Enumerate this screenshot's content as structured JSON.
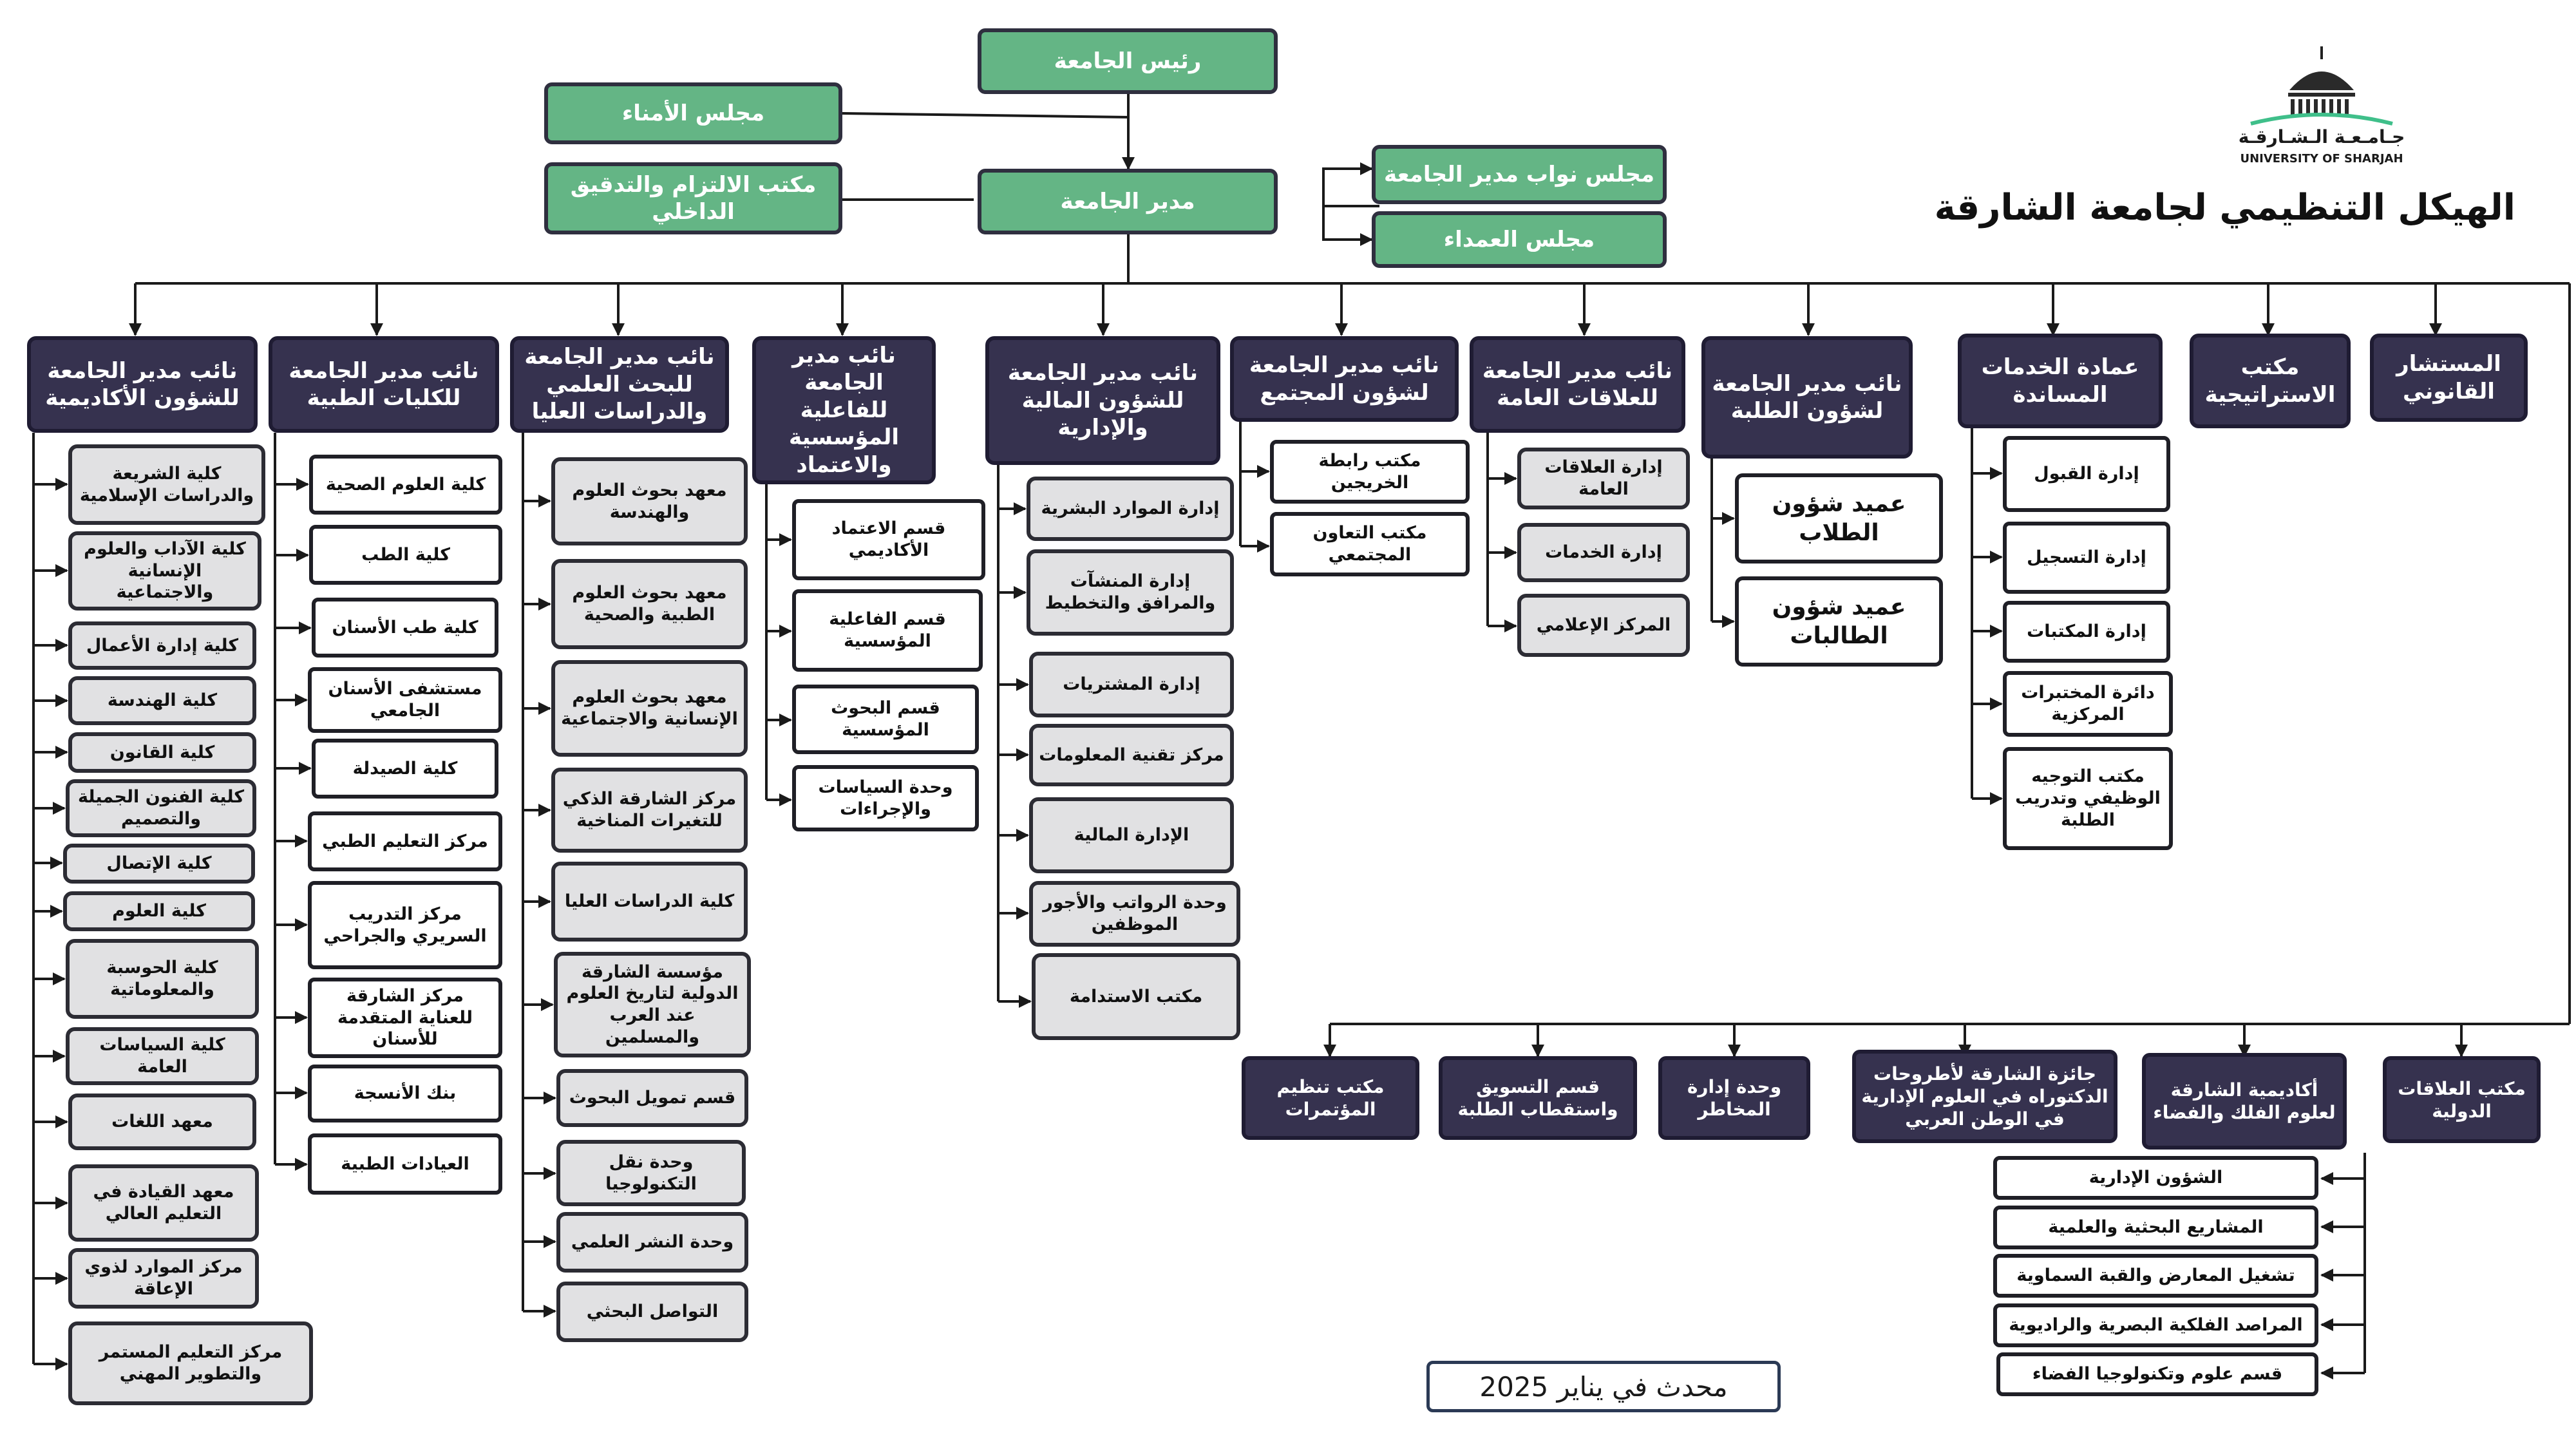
{
  "title": "الهيكل التنظيمي لجامعة الشارقة",
  "logo": {
    "name_ar": "جـامـعـة الـشـارقـة",
    "name_en": "UNIVERSITY OF SHARJAH"
  },
  "updated": "محدث في يناير 2025",
  "colors": {
    "green": "#64b585",
    "navy": "#36324f",
    "gray": "#e1e1e3",
    "line": "#1a1a1a"
  },
  "top": {
    "president": "رئيس الجامعة",
    "trustees": "مجلس الأمناء",
    "compliance": "مكتب الالتزام والتدقيق الداخلي",
    "chancellor": "مدير الجامعة",
    "vice_council": "مجلس نواب مدير الجامعة",
    "deans_council": "مجلس العمداء"
  },
  "columns": {
    "academic": {
      "head": "نائب مدير الجامعة للشؤون الأكاديمية",
      "items": [
        "كلية الشريعة والدراسات الإسلامية",
        "كلية الآداب والعلوم الإنسانية والاجتماعية",
        "كلية إدارة الأعمال",
        "كلية الهندسة",
        "كلية القانون",
        "كلية الفنون الجميلة والتصميم",
        "كلية الإتصال",
        "كلية العلوم",
        "كلية الحوسبة والمعلوماتية",
        "كلية السياسات العامة",
        "معهد اللغات",
        "معهد القيادة في التعليم العالي",
        "مركز الموارد لذوي الإعاقة",
        "مركز التعليم المستمر والتطوير المهني"
      ]
    },
    "medical": {
      "head": "نائب مدير الجامعة للكليات الطبية",
      "items": [
        "كلية العلوم الصحية",
        "كلية الطب",
        "كلية طب الأسنان",
        "مستشفى الأسنان الجامعي",
        "كلية الصيدلة",
        "مركز التعليم الطبي",
        "مركز التدريب السريري والجراحي",
        "مركز الشارقة للعناية المتقدمة للأسنان",
        "بنك الأنسجة",
        "العيادات الطبية"
      ]
    },
    "research": {
      "head": "نائب مدير الجامعة للبحث العلمي والدراسات العليا",
      "items": [
        "معهد بحوث العلوم والهندسة",
        "معهد بحوث العلوم الطبية والصحية",
        "معهد بحوث العلوم الإنسانية والاجتماعية",
        "مركز الشارقة الذكي للتغيرات المناخية",
        "كلية الدراسات العليا",
        "مؤسسة الشارقة الدولية لتاريخ العلوم عند العرب والمسلمين",
        "قسم تمويل البحوث",
        "وحدة نقل التكنولوجيا",
        "وحدة النشر العلمي",
        "التواصل البحثي"
      ]
    },
    "effectiveness": {
      "head": "نائب مدير الجامعة للفاعلية المؤسسية والاعتماد",
      "items": [
        "قسم الاعتماد الأكاديمي",
        "قسم الفاعلية المؤسسية",
        "قسم البحوث المؤسسية",
        "وحدة السياسات والإجراءات"
      ]
    },
    "finance": {
      "head": "نائب مدير الجامعة للشؤون المالية والإدارية",
      "items": [
        "إدارة الموارد البشرية",
        "إدارة المنشآت والمرافق والتخطيط",
        "إدارة المشتريات",
        "مركز تقنية المعلومات",
        "الإدارة المالية",
        "وحدة الرواتب والأجور الموظفين",
        "مكتب الاستدامة"
      ]
    },
    "community": {
      "head": "نائب مدير الجامعة لشؤون المجتمع",
      "items": [
        "مكتب رابطة الخريجين",
        "مكتب التعاون المجتمعي"
      ]
    },
    "relations": {
      "head": "نائب مدير الجامعة للعلاقات العامة",
      "items": [
        "إدارة العلاقات العامة",
        "إدارة الخدمات",
        "المركز الإعلامي"
      ]
    },
    "students": {
      "head": "نائب مدير الجامعة لشؤون الطلبة",
      "items": [
        "عميد شؤون الطلاب",
        "عميد شؤون الطالبات"
      ]
    },
    "support": {
      "head": "عمادة الخدمات المساندة",
      "items": [
        "إدارة القبول",
        "إدارة التسجيل",
        "إدارة المكتبات",
        "دائرة المختبرات المركزية",
        "مكتب التوجيه الوظيفي وتدريب الطلبة"
      ]
    },
    "strategy": {
      "head": "مكتب الاستراتيجية"
    },
    "legal": {
      "head": "المستشار القانوني"
    }
  },
  "bottom_row": [
    "مكتب تنظيم المؤتمرات",
    "قسم التسويق واستقطاب الطلبة",
    "وحدة إدارة المخاطر",
    "جائزة الشارقة لأطروحات الدكتوراه في العلوم الإدارية في الوطن العربي",
    "أكاديمية الشارقة لعلوم الفلك والفضاء",
    "مكتب العلاقات الدولية"
  ],
  "academy_items": [
    "الشؤون الإدارية",
    "المشاريع البحثية والعلمية",
    "تشغيل المعارض والقبة السماوية",
    "المراصد الفلكية البصرية والراديوية",
    "قسم علوم وتكنولوجيا الفضاء"
  ]
}
